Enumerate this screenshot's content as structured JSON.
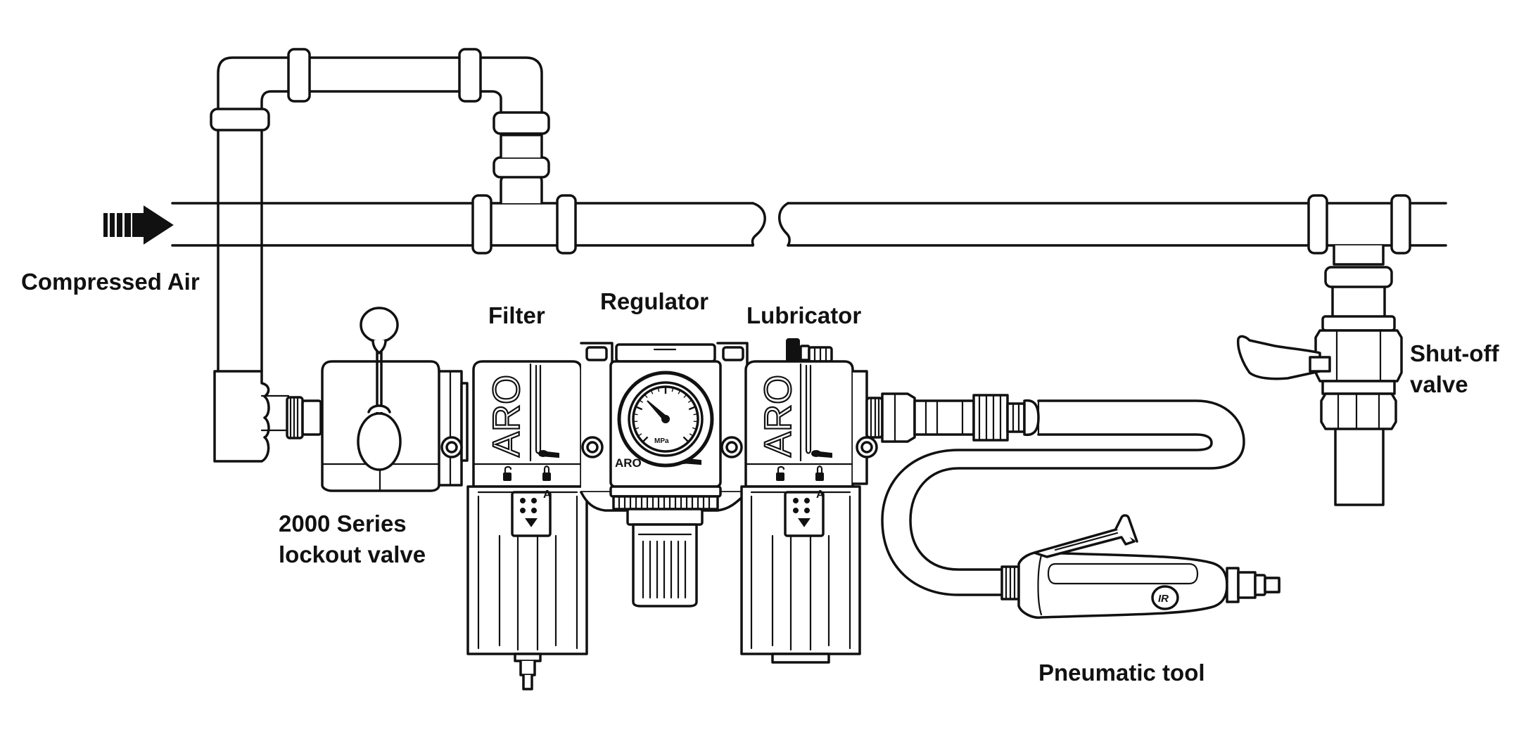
{
  "diagram": {
    "labels": {
      "compressed_air": "Compressed Air",
      "filter": "Filter",
      "regulator": "Regulator",
      "lubricator": "Lubricator",
      "lockout_line1": "2000 Series",
      "lockout_line2": "lockout valve",
      "shutoff_line1": "Shut-off",
      "shutoff_line2": "valve",
      "pneumatic_tool": "Pneumatic tool"
    },
    "brand": {
      "filter_logo": "ARO",
      "regulator_logo": "ARO",
      "lubricator_logo": "ARO",
      "gauge_unit": "MPa",
      "tool_badge": "IR",
      "bowl_marker": "A"
    },
    "colors": {
      "line": "#111111",
      "background": "#ffffff"
    },
    "icons": {
      "flow_arrow": "flow-arrow-icon",
      "lock_open": "lock-open-icon",
      "lock_closed": "lock-closed-icon"
    }
  }
}
